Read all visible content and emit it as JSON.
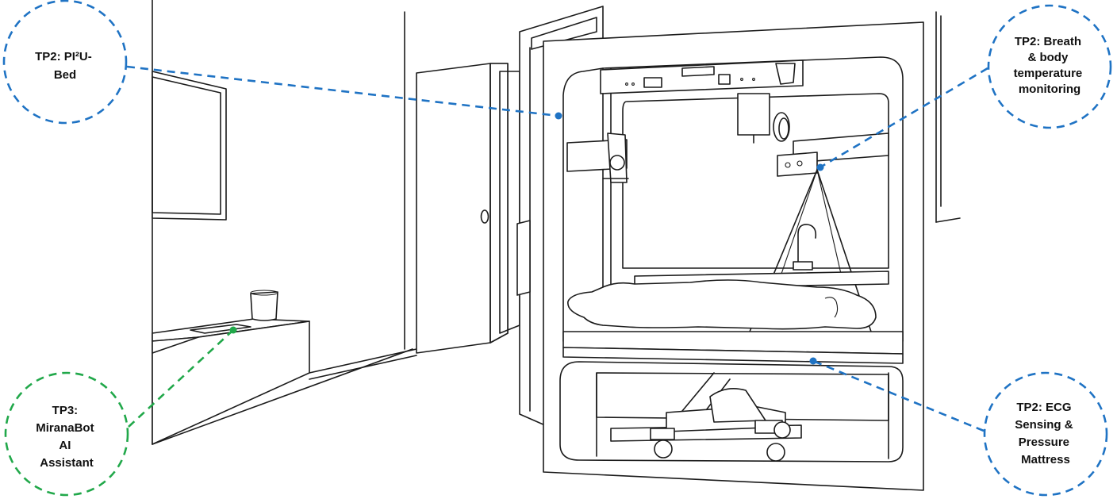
{
  "colors": {
    "blue": "#1f73c4",
    "green": "#21a84a",
    "line": "#1b1b1b"
  },
  "callouts": [
    {
      "id": "pi2u-bed",
      "color": "blue",
      "lines": [
        "TP2: PI²U-",
        "Bed"
      ]
    },
    {
      "id": "breath-temp",
      "color": "blue",
      "lines": [
        "TP2: Breath",
        "& body",
        "temperature",
        "monitoring"
      ]
    },
    {
      "id": "mirana",
      "color": "green",
      "lines": [
        "TP3:",
        "MiranaBot",
        "AI",
        "Assistant"
      ]
    },
    {
      "id": "ecg",
      "color": "blue",
      "lines": [
        "TP2: ECG",
        "Sensing &",
        "Pressure",
        "Mattress"
      ]
    }
  ]
}
